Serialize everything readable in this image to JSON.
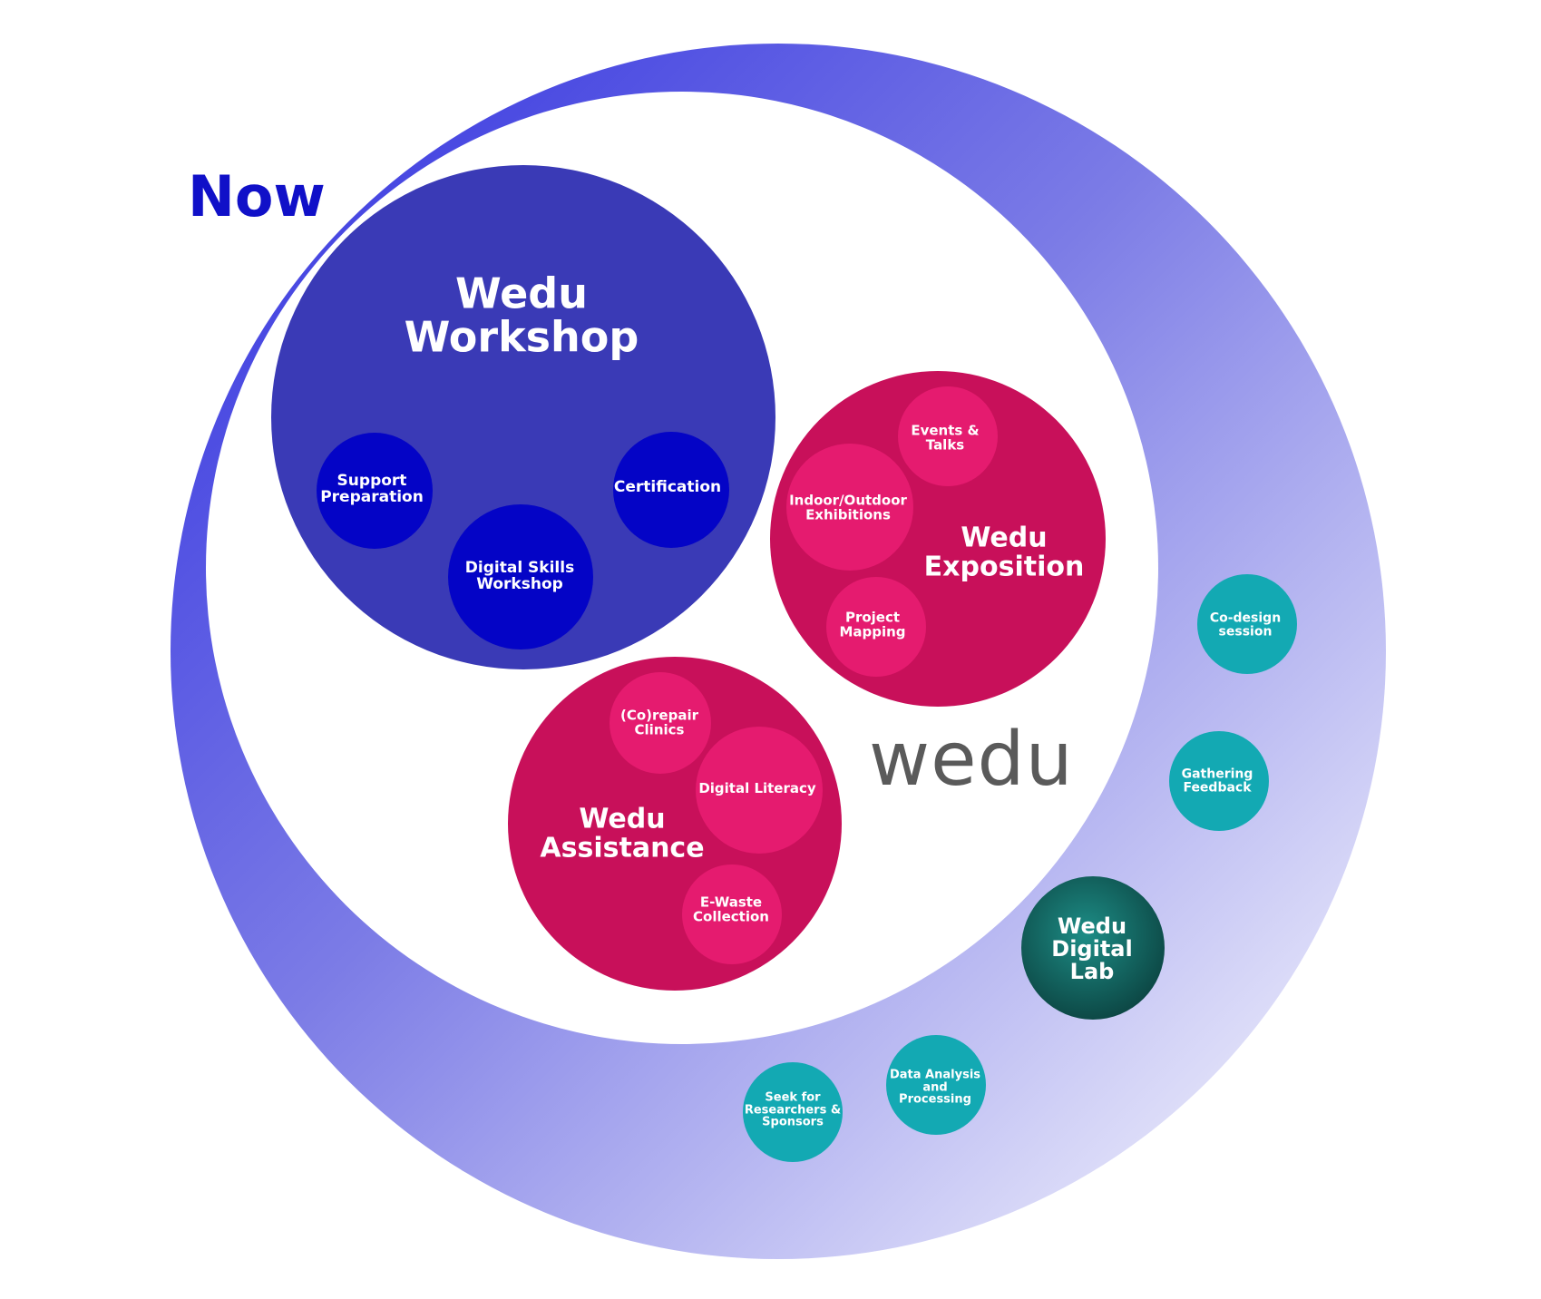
{
  "now_label": "Now",
  "brand_logo": "wedu",
  "colors": {
    "ring_start": "#3535e0",
    "ring_end": "#ffffff",
    "workshop": "#3a3ab6",
    "workshop_sub": "#0404c6",
    "pink_main": "#c8105a",
    "pink_sub": "#e51b6f",
    "teal": "#13a9b3",
    "teal_dark": "#0e5e5a",
    "now_text": "#1010c8",
    "logo_text": "#5a5a5a"
  },
  "groups": {
    "workshop": {
      "title": "Wedu\nWorkshop",
      "items": [
        "Support\nPreparation",
        "Certification",
        "Digital Skills\nWorkshop"
      ]
    },
    "exposition": {
      "title": "Wedu\nExposition",
      "items": [
        "Events &\nTalks",
        "Indoor/Outdoor\nExhibitions",
        "Project\nMapping"
      ]
    },
    "assistance": {
      "title": "Wedu\nAssistance",
      "items": [
        "(Co)repair\nClinics",
        "Digital Literacy",
        "E-Waste\nCollection"
      ]
    },
    "digital_lab": {
      "title": "Wedu\nDigital\nLab",
      "items": [
        "Co-design\nsession",
        "Gathering\nFeedback",
        "Data Analysis\nand\nProcessing",
        "Seek for\nResearchers &\nSponsors"
      ]
    }
  }
}
